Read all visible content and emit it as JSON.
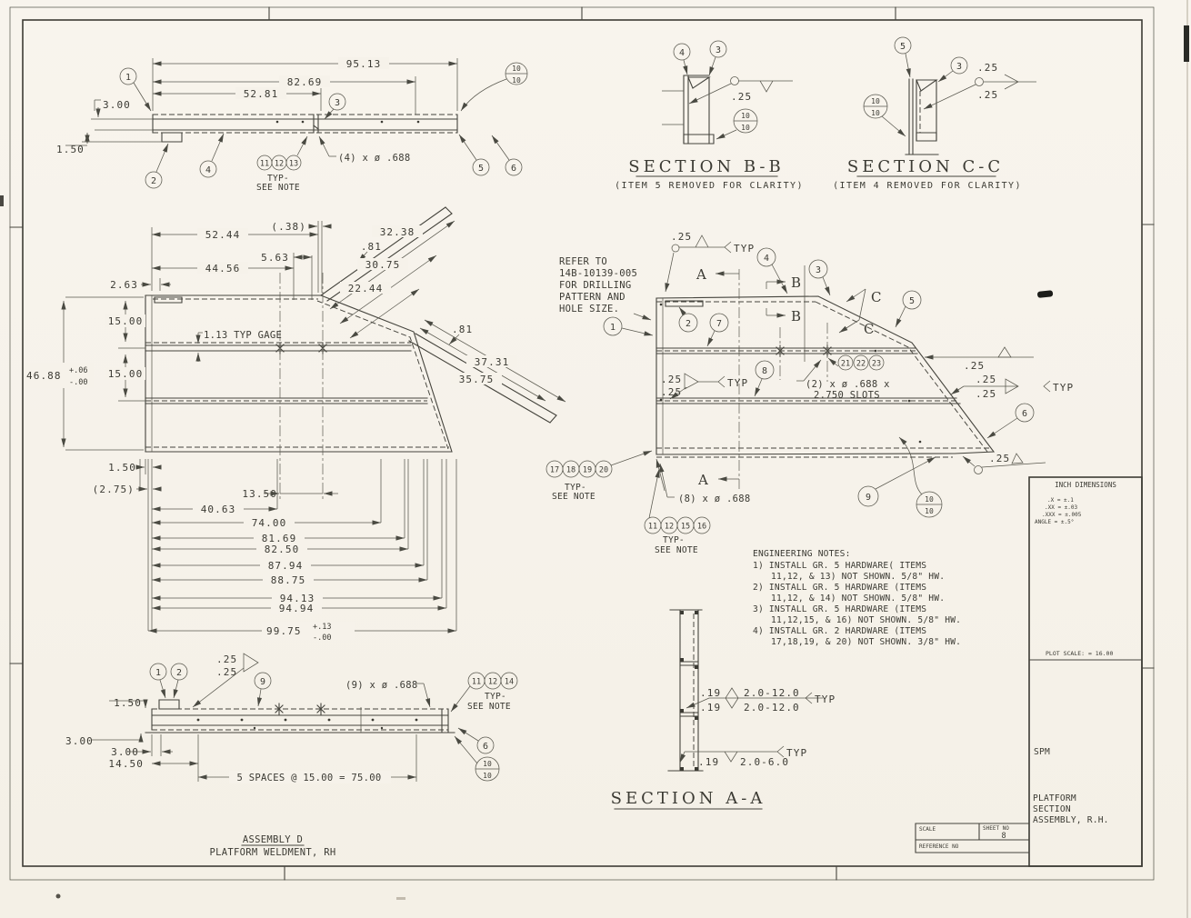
{
  "colors": {
    "paper": "#f6f2ea",
    "ink": "#3b3a33",
    "line": "#4a4a42"
  },
  "title_block": {
    "inch_dimensions": "INCH DIMENSIONS",
    "tol_x": ".X = ±.1",
    "tol_xx": ".XX = ±.03",
    "tol_xxx": ".XXX = ±.005",
    "tol_angle": "ANGLE = ±.5°",
    "plot_scale": "PLOT SCALE: = 16.00",
    "firm": "SPM",
    "title1": "PLATFORM",
    "title2": "SECTION",
    "title3": "ASSEMBLY, R.H.",
    "scale_label": "SCALE",
    "sheet_label": "SHEET NO",
    "sheet_number": "8",
    "reference_label": "REFERENCE NO"
  },
  "notes": {
    "title": "ENGINEERING NOTES:",
    "l1": "1) INSTALL GR. 5 HARDWARE( ITEMS",
    "l2": "11,12, & 13) NOT SHOWN. 5/8\" HW.",
    "l3": "2) INSTALL GR. 5 HARDWARE (ITEMS",
    "l4": "11,12, & 14) NOT SHOWN. 5/8\" HW.",
    "l5": "3) INSTALL GR. 5 HARDWARE (ITEMS",
    "l6": "11,12,15, & 16) NOT SHOWN. 5/8\" HW.",
    "l7": "4) INSTALL GR. 2 HARDWARE (ITEMS",
    "l8": "17,18,19, & 20) NOT SHOWN. 3/8\" HW."
  },
  "top_view": {
    "d95": "95.13",
    "d82": "82.69",
    "d52": "52.81",
    "d3": "3.00",
    "d15": "1.50",
    "holes": "(4) x ø .688",
    "typ": "TYP-",
    "see_note": "SEE NOTE",
    "b1": "1",
    "b2": "2",
    "b3": "3",
    "b4": "4",
    "b5": "5",
    "b6": "6",
    "b11": "11",
    "b12": "12",
    "b13": "13",
    "flag_top": "10",
    "flag_bot": "10"
  },
  "section_bb": {
    "title": "SECTION B-B",
    "subtitle": "(ITEM 5 REMOVED FOR CLARITY)",
    "weld": ".25",
    "b4": "4",
    "b3": "3",
    "flag_top": "10",
    "flag_bot": "10"
  },
  "section_cc": {
    "title": "SECTION C-C",
    "subtitle": "(ITEM 4 REMOVED FOR CLARITY)",
    "weld_top": ".25",
    "weld_bot": ".25",
    "b5": "5",
    "b3": "3",
    "flag_top": "10",
    "flag_bot": "10"
  },
  "plan_view": {
    "d38": "(.38)",
    "d5244": "52.44",
    "d563": "5.63",
    "d4456": "44.56",
    "d263": "2.63",
    "d3238": "32.38",
    "d81a": ".81",
    "d3075": "30.75",
    "d2244": "22.44",
    "d15a": "15.00",
    "d15b": "15.00",
    "d4688": "46.88",
    "tol_p": "+.06",
    "tol_m": "-.00",
    "gage": "1.13 TYP GAGE",
    "d81b": ".81",
    "d3731": "37.31",
    "d3575": "35.75",
    "d150": "1.50",
    "d275": "(2.75)",
    "d1350": "13.50",
    "d4063": "40.63",
    "d7400": "74.00",
    "d8169": "81.69",
    "d8250": "82.50",
    "d8794": "87.94",
    "d8875": "88.75",
    "d9413": "94.13",
    "d9494": "94.94",
    "d9975": "99.75",
    "tol2_p": "+.13",
    "tol2_m": "-.00"
  },
  "right_view": {
    "note1": "REFER TO",
    "note2": "14B-10139-005",
    "note3": "FOR DRILLING",
    "note4": "PATTERN AND",
    "note5": "HOLE SIZE.",
    "w_top": ".25",
    "typ_top": "TYP",
    "sec_a_top": "A",
    "sec_a_bot": "A",
    "sec_b_top": "B",
    "sec_b_bot": "B",
    "sec_c_top": "C",
    "sec_c_bot": "C",
    "b1": "1",
    "b2": "2",
    "b3": "3",
    "b4": "4",
    "b5": "5",
    "b6": "6",
    "b7": "7",
    "b8": "8",
    "b9": "9",
    "b21": "21",
    "b22": "22",
    "b23": "23",
    "slots1": "(2) x ø .688 x",
    "slots2": "2.750 SLOTS",
    "w_mid1": ".25",
    "w_mid2": ".25",
    "typ_mid": "TYP",
    "w_r1": ".25",
    "w_r2": ".25",
    "w_r3": ".25",
    "typ_r": "TYP",
    "w_bot": ".25",
    "holes": "(8) x ø .688",
    "g17": "17",
    "g18": "18",
    "g19": "19",
    "g20": "20",
    "typ17": "TYP-",
    "see17": "SEE NOTE",
    "g11": "11",
    "g12": "12",
    "g15": "15",
    "g16": "16",
    "typ11": "TYP-",
    "see11": "SEE NOTE",
    "flag_top": "10",
    "flag_bot": "10"
  },
  "section_aa": {
    "title": "SECTION A-A",
    "w1": ".19",
    "l1": "2.0-12.0",
    "w2": ".19",
    "l2": "2.0-12.0",
    "typ1": "TYP",
    "w3": ".19",
    "l3": "2.0-6.0",
    "typ2": "TYP"
  },
  "bottom_view": {
    "d150": "1.50",
    "d300a": "3.00",
    "d300b": "3.00",
    "d1450": "14.50",
    "spaces": "5 SPACES @ 15.00 = 75.00",
    "holes": "(9) x ø .688",
    "w1": ".25",
    "w2": ".25",
    "b1": "1",
    "b2": "2",
    "b6": "6",
    "b9": "9",
    "g11": "11",
    "g12": "12",
    "g14": "14",
    "typ": "TYP-",
    "see_note": "SEE NOTE",
    "flag_top": "10",
    "flag_bot": "10",
    "caption1": "ASSEMBLY D",
    "caption2": "PLATFORM WELDMENT, RH"
  }
}
